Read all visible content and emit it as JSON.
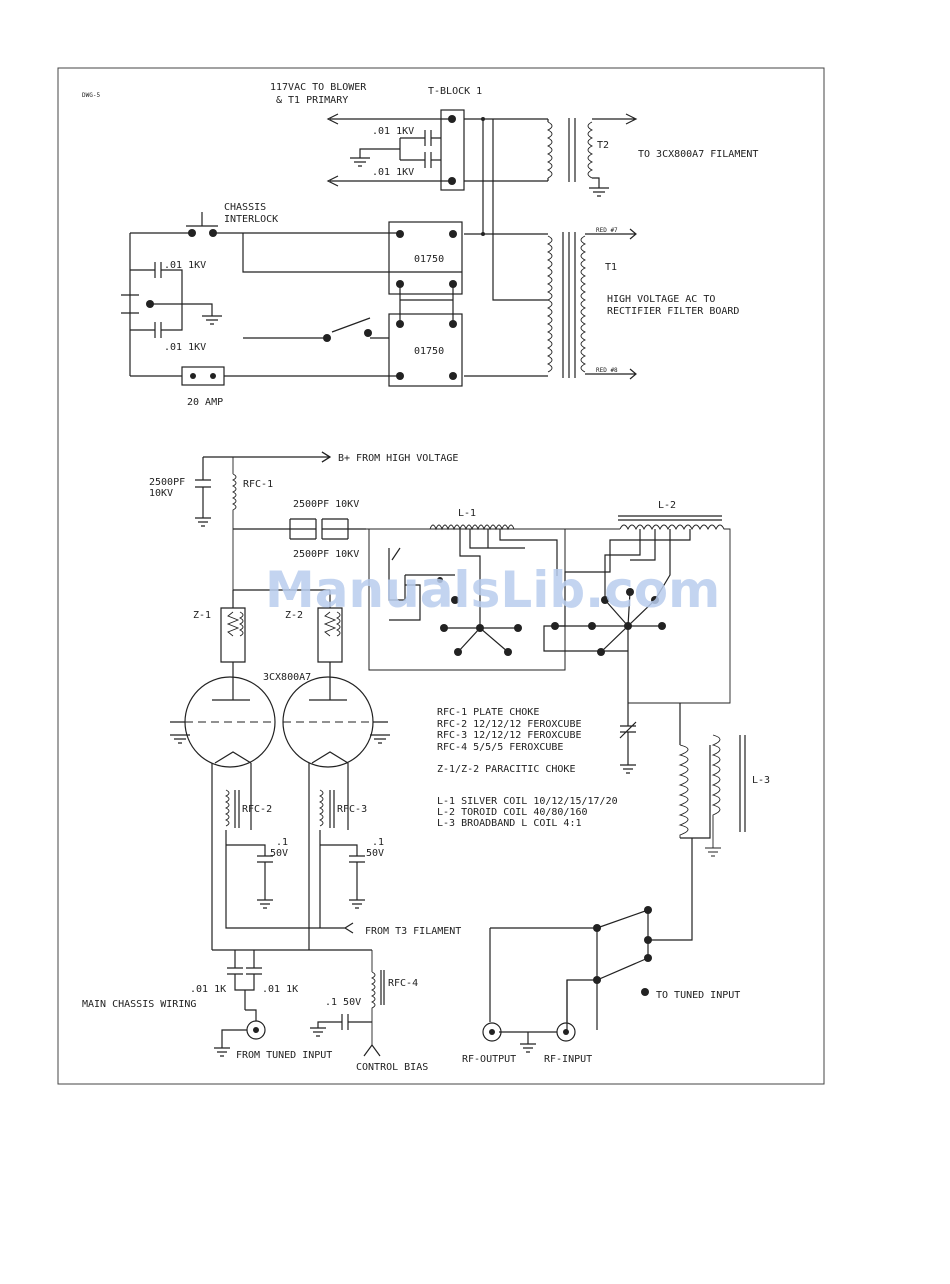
{
  "drawing_id": "DWG-5",
  "labels": {
    "ac_in_1": "117VAC TO BLOWER",
    "ac_in_2": "& T1 PRIMARY",
    "tblock": "T-BLOCK 1",
    "cap_top_a": ".01 1KV",
    "cap_top_b": ".01 1KV",
    "t2": "T2",
    "t2_out": "TO 3CX800A7 FILAMENT",
    "interlock_1": "CHASSIS",
    "interlock_2": "INTERLOCK",
    "red7": "RED #7",
    "red8": "RED #8",
    "t1": "T1",
    "hv_1": "HIGH VOLTAGE AC TO",
    "hv_2": "RECTIFIER FILTER BOARD",
    "relay_a": "01750",
    "relay_b": "01750",
    "cap_left_a": ".01 1KV",
    "cap_left_b": ".01 1KV",
    "fuse": "20 AMP",
    "bplus": "B+ FROM HIGH VOLTAGE",
    "rfc1": "RFC-1",
    "cap_hv_1": "2500PF",
    "cap_hv_2": "10KV",
    "cap_coupling_top": "2500PF 10KV",
    "cap_coupling_bot": "2500PF 10KV",
    "l1": "L-1",
    "l2": "L-2",
    "z1": "Z-1",
    "z2": "Z-2",
    "tube": "3CX800A7",
    "rfc2": "RFC-2",
    "rfc3": "RFC-3",
    "cap_g1_1": ".1",
    "cap_g1_2": "50V",
    "cap_g2_1": ".1",
    "cap_g2_2": "50V",
    "t3": "FROM T3 FILAMENT",
    "cap_in_1": ".01 1K",
    "cap_in_2": ".01 1K",
    "rfc4": "RFC-4",
    "cap_bias": ".1 50V",
    "main_chassis": "MAIN CHASSIS WIRING",
    "from_tuned": "FROM TUNED INPUT",
    "control_bias": "CONTROL BIAS",
    "l3": "L-3",
    "to_tuned": "TO TUNED INPUT",
    "rf_out": "RF-OUTPUT",
    "rf_in": "RF-INPUT"
  },
  "legend": [
    "RFC-1 PLATE CHOKE",
    "RFC-2 12/12/12 FEROXCUBE",
    "RFC-3 12/12/12 FEROXCUBE",
    "RFC-4 5/5/5 FEROXCUBE",
    "Z-1/Z-2 PARACITIC CHOKE",
    "L-1 SILVER COIL 10/12/15/17/20",
    "L-2 TOROID COIL 40/80/160",
    "L-3 BROADBAND L COIL 4:1"
  ],
  "watermark": "ManualsLib.com"
}
